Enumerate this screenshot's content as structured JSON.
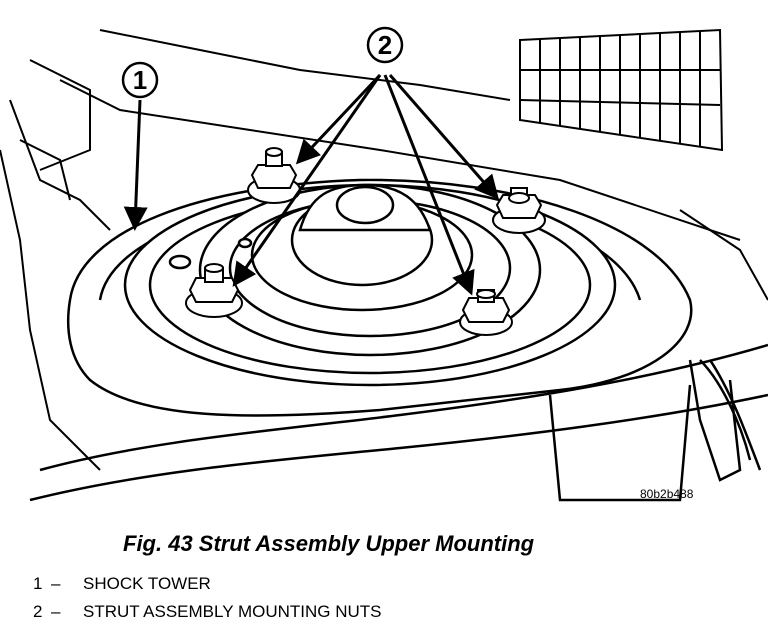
{
  "figure": {
    "callouts": [
      {
        "number": "1"
      },
      {
        "number": "2"
      }
    ],
    "image_code": "80b2b488"
  },
  "caption": "Fig. 43 Strut Assembly Upper Mounting",
  "legend": [
    {
      "number": "1",
      "separator": "–",
      "label": "SHOCK TOWER"
    },
    {
      "number": "2",
      "separator": "–",
      "label": "STRUT ASSEMBLY MOUNTING NUTS"
    }
  ]
}
